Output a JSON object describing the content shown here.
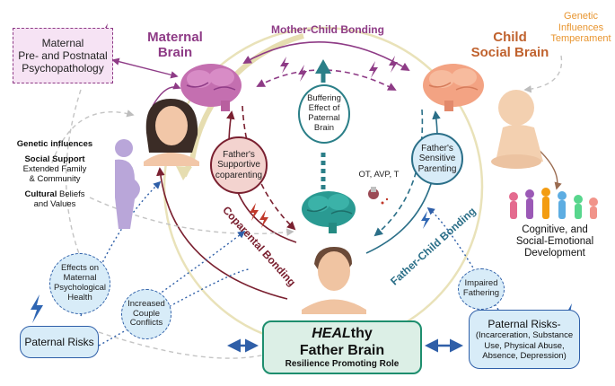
{
  "maternal_pathology": {
    "line1": "Maternal",
    "line2": "Pre- and Postnatal",
    "line3": "Psychopathology"
  },
  "maternal_brain": {
    "line1": "Maternal",
    "line2": "Brain"
  },
  "mother_child_bonding": "Mother-Child Bonding",
  "child_social_brain": {
    "line1": "Child",
    "line2": "Social Brain"
  },
  "genetic_temperament": {
    "line1": "Genetic",
    "line2": "Influences",
    "line3": "Temperament"
  },
  "buffering": {
    "line1": "Buffering",
    "line2": "Effect of",
    "line3": "Paternal",
    "line4": "Brain"
  },
  "fathers_supportive": {
    "line1": "Father's",
    "line2": "Supportive",
    "line3": "coparenting"
  },
  "fathers_sensitive": {
    "line1": "Father's",
    "line2": "Sensitive",
    "line3": "Parenting"
  },
  "hormones": "OT, AVP, T",
  "left_factors": {
    "genetic": "Genetic influences",
    "social_title": "Social Support",
    "social_sub1": "Extended Family",
    "social_sub2": "& Community",
    "cultural_title": "Cultural",
    "cultural_rest": " Beliefs",
    "cultural_sub": "and Values"
  },
  "coparental_bonding": "Coparental Bonding",
  "father_child_bonding": "Father-Child Bonding",
  "child_development": {
    "line1": "Cognitive, and",
    "line2": "Social-Emotional",
    "line3": "Development"
  },
  "effects_maternal": {
    "line1": "Effects on",
    "line2": "Maternal",
    "line3": "Psychological",
    "line4": "Health"
  },
  "increased_conflicts": {
    "line1": "Increased",
    "line2": "Couple",
    "line3": "Conflicts"
  },
  "impaired_fathering": {
    "line1": "Impaired",
    "line2": "Fathering"
  },
  "paternal_risks_left": "Paternal Risks",
  "healthy_father": {
    "heal": "HEAL",
    "thy": "thy",
    "line2": "Father Brain",
    "line3": "Resilience Promoting Role"
  },
  "paternal_risks_right": {
    "title": "Paternal Risks-",
    "line2": "(Incarceration, Substance",
    "line3": "Use, Physical Abuse,",
    "line4": "Absence, Depression)"
  },
  "colors": {
    "purple": "#8e3b86",
    "teal": "#2b7f88",
    "dark_red": "#7a2030",
    "orange": "#e8952f",
    "light_blue_bg": "#d8ecf8",
    "pink_bg": "#f6e3f4",
    "green_bg": "#dcefe6",
    "gold": "#e9e2b9"
  }
}
